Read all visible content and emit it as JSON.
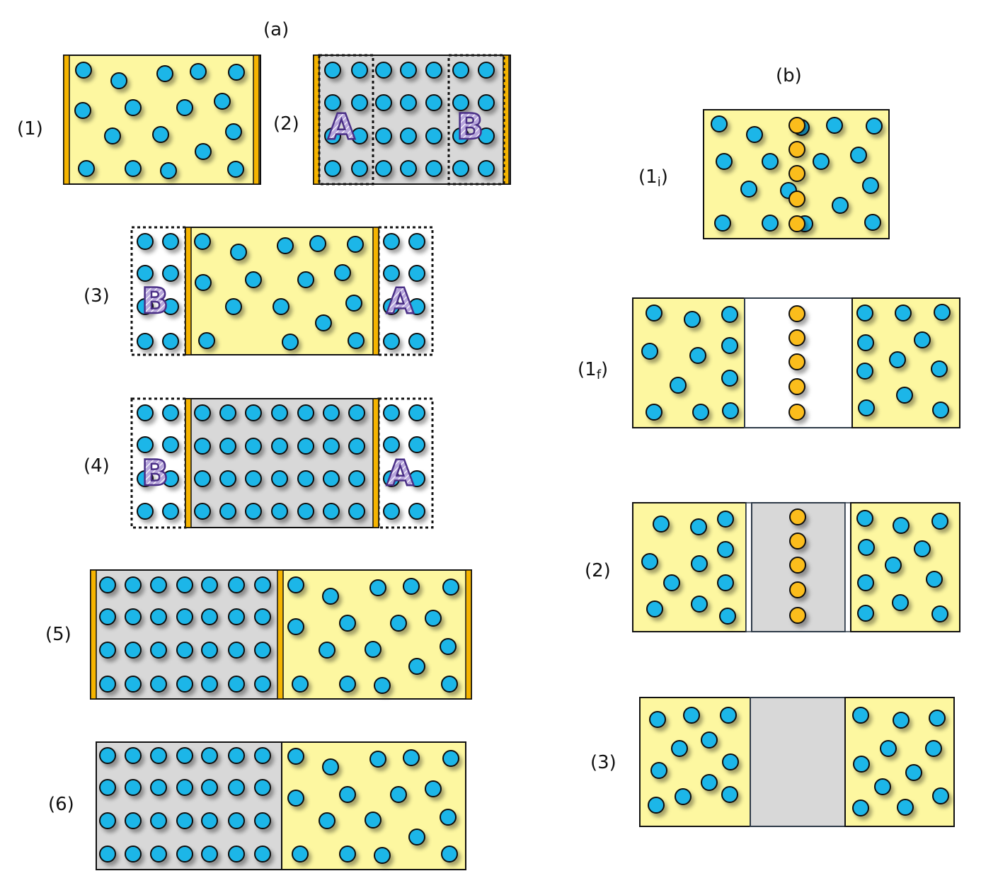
{
  "panel_a": {
    "title": "(a)",
    "steps": [
      "(1)",
      "(2)",
      "(3)",
      "(4)",
      "(5)",
      "(6)"
    ],
    "region_letters": {
      "a": "A",
      "b": "B"
    }
  },
  "panel_b": {
    "title": "(b)",
    "steps": {
      "s1i_main": "(1",
      "s1i_sub": "i",
      "s1f_main": "(1",
      "s1f_sub": "f",
      "s1_close": ")",
      "s2": "(2)",
      "s3": "(3)"
    }
  },
  "colors": {
    "gas_region": "#fdf7a0",
    "solid_region": "#d8d8d8",
    "particle": "#1ab6e8",
    "interface_particle": "#fbbd1a",
    "wall": "#f5b400",
    "outline": "#111111",
    "letter_stroke": "#4a2f86"
  }
}
